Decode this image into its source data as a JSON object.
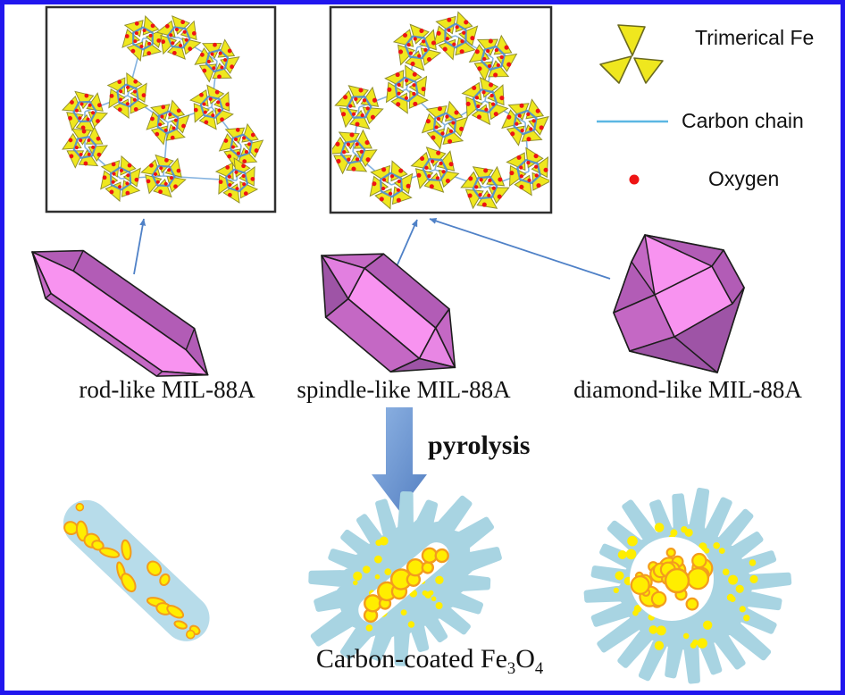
{
  "legend": {
    "items": [
      {
        "id": "trimer",
        "label": "Trimerical Fe"
      },
      {
        "id": "carbon",
        "label": "Carbon chain"
      },
      {
        "id": "oxygen",
        "label": "Oxygen"
      }
    ]
  },
  "crystals": [
    {
      "label": "rod-like MIL-88A"
    },
    {
      "label": "spindle-like MIL-88A"
    },
    {
      "label": "diamond-like MIL-88A"
    }
  ],
  "process": {
    "label": "pyrolysis"
  },
  "product": {
    "prefix": "Carbon-coated Fe",
    "sub1": "3",
    "o": "O",
    "sub2": "4"
  },
  "palette": {
    "frame_border": "#2016ee",
    "box_border": "#2f2f2f",
    "fe_yellow": "#efe71e",
    "fe_yellow_stroke": "#8e8d2e",
    "oxygen_red": "#ee1414",
    "carbon_line": "#5bb7e3",
    "cluster_link": "#85b3e0",
    "cluster_ring": "#4f8fd0",
    "thin_arrow": "#4f81c7",
    "block_arrow_light": "#8fb4e4",
    "block_arrow_dark": "#5580c2",
    "crystal_light": "#f893f0",
    "crystal_mid": "#c468c4",
    "crystal_mid2": "#b25cb6",
    "crystal_dark": "#9e54a6",
    "crystal_edge": "#1d1d1d",
    "blob_blue": "#a8d4e2",
    "blob_blue_light": "#b7dcea",
    "dot_yellow": "#ffee00",
    "dot_orange": "#f39c1d",
    "text": "#111111"
  }
}
